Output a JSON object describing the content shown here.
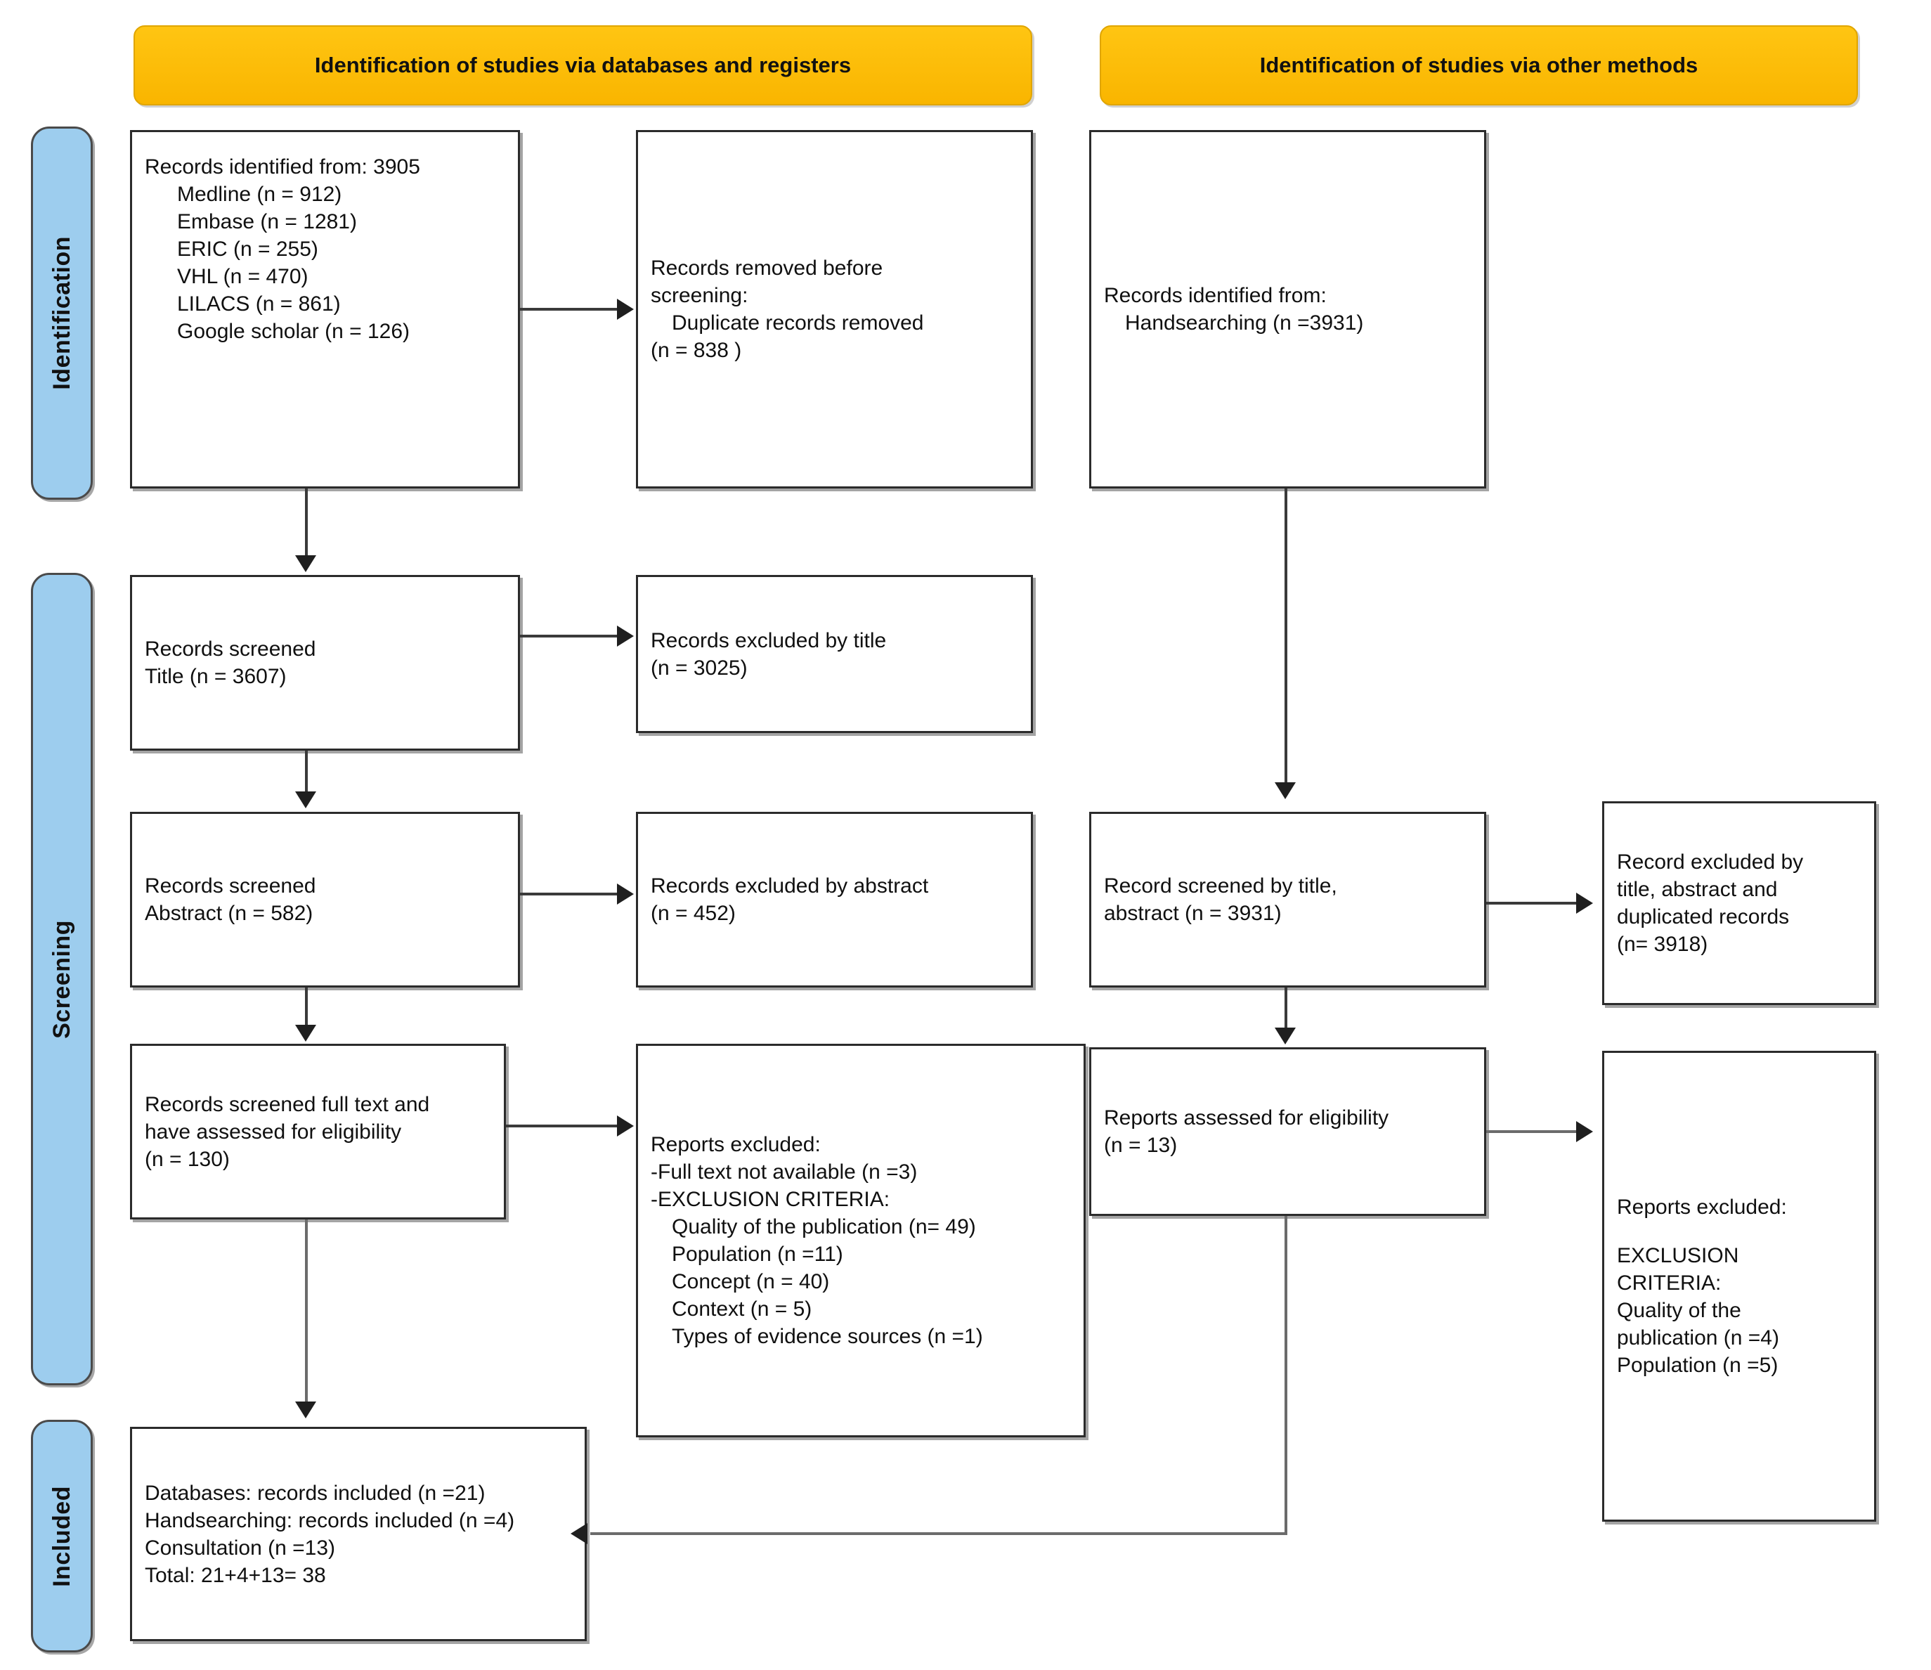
{
  "diagram": {
    "title": "PRISMA flow diagram",
    "colors": {
      "banner": "#fdbb06",
      "phase_tab": "#9dcdee",
      "box_border": "#2b2b2b",
      "connector": "#3a3a3a"
    }
  },
  "phases": [
    {
      "label": "Identification"
    },
    {
      "label": "Screening"
    },
    {
      "label": "Included"
    }
  ],
  "banners": [
    {
      "label": "Identification of studies via databases and registers"
    },
    {
      "label": "Identification of studies via other methods"
    }
  ],
  "databases_column": {
    "identified": {
      "heading": "Records identified from: 3905",
      "sources": [
        "Medline (n = 912)",
        "Embase (n = 1281)",
        "ERIC (n = 255)",
        "VHL (n = 470)",
        "LILACS (n = 861)",
        "Google scholar (n = 126)"
      ]
    },
    "removed_before_screening": {
      "line1_prefix": "Records removed ",
      "line1_italic": "before",
      "line2_italic": "screening",
      "line2_suffix": ":",
      "detail": "Duplicate records removed",
      "count": "(n = 838 )"
    },
    "screened_title": {
      "line1": "Records screened",
      "line2": "Title (n = 3607)"
    },
    "excluded_title": {
      "line1": "Records excluded by title",
      "line2": "(n = 3025)"
    },
    "screened_abstract": {
      "line1": "Records screened",
      "line2": "Abstract (n = 582)"
    },
    "excluded_abstract": {
      "line1": "Records excluded by abstract",
      "line2": "(n = 452)"
    },
    "fulltext": {
      "line1": "Records screened full text and",
      "line2": "have assessed for eligibility",
      "line3": "(n = 130)"
    },
    "reports_excluded": {
      "heading": "Reports excluded:",
      "full_text_na": "-Full text not available (n =3)",
      "criteria_heading": "-EXCLUSION CRITERIA:",
      "criteria": [
        "Quality of the publication (n= 49)",
        "Population (n =11)",
        "Concept (n = 40)",
        "Context (n = 5)",
        "Types of evidence sources (n =1)"
      ]
    }
  },
  "other_methods_column": {
    "identified": {
      "heading": "Records identified from:",
      "source": "Handsearching (n =3931)"
    },
    "screened": {
      "line1": "Record screened by title,",
      "line2": "abstract (n = 3931)"
    },
    "excluded": {
      "line1": "Record excluded by",
      "line2": "title, abstract and",
      "line3": "duplicated records",
      "line4": "(n= 3918)"
    },
    "assessed": {
      "line1": "Reports assessed for eligibility",
      "line2": "(n = 13)"
    },
    "reports_excluded": {
      "heading": "Reports excluded:",
      "criteria_heading_line1": "EXCLUSION",
      "criteria_heading_line2": "CRITERIA:",
      "criteria": [
        "Quality of the",
        "publication (n =4)",
        "Population (n =5)"
      ]
    }
  },
  "included_box": {
    "line1": "Databases: records included (n =21)",
    "line2": "Handsearching: records included (n =4)",
    "line3": "Consultation (n =13)",
    "line4": "Total: 21+4+13= 38"
  }
}
